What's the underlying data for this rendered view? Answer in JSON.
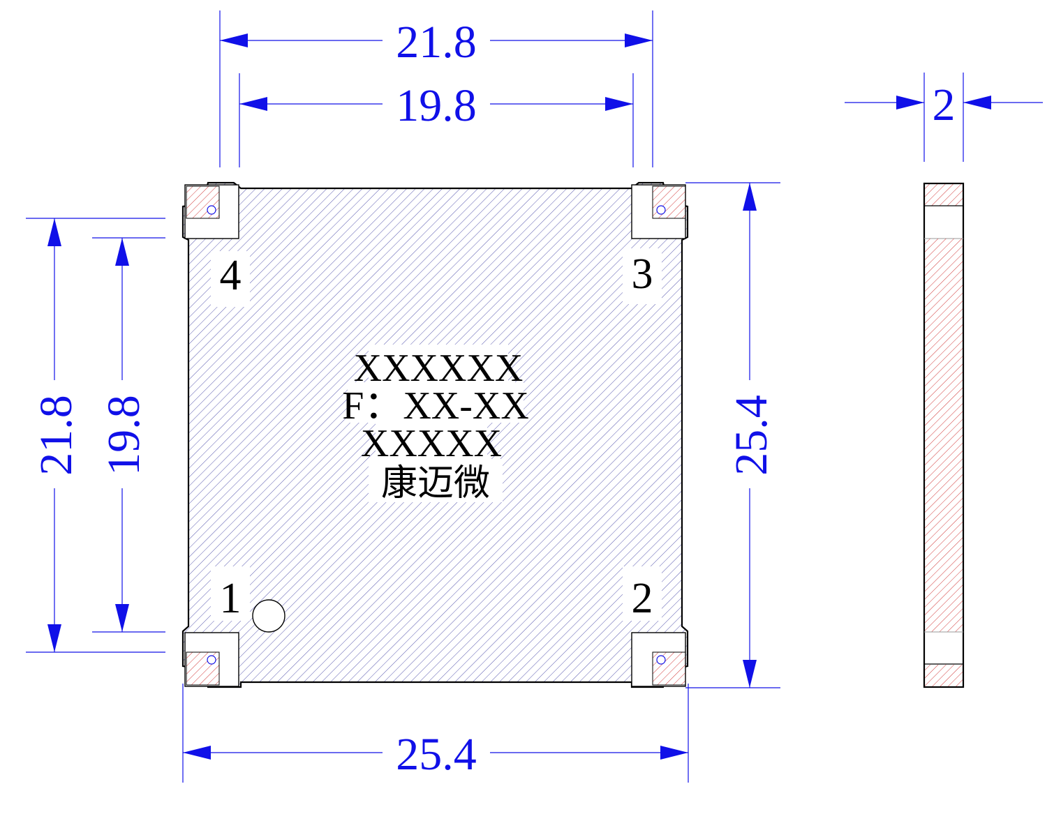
{
  "dimensions": {
    "top_outer": "21.8",
    "top_inner": "19.8",
    "bottom_width": "25.4",
    "left_outer": "21.8",
    "left_inner": "19.8",
    "right_height": "25.4",
    "side_thickness": "2"
  },
  "pins": {
    "pin1": "1",
    "pin2": "2",
    "pin3": "3",
    "pin4": "4"
  },
  "marking": {
    "line1": "XXXXXX",
    "line2": "F：XX-XX",
    "line3": "XXXXX",
    "line4": "康迈微"
  },
  "colors": {
    "dimension": "#1010e8",
    "hatch_body": "#5a5ab0",
    "hatch_pad": "#d23a3a",
    "outline": "#000000"
  }
}
